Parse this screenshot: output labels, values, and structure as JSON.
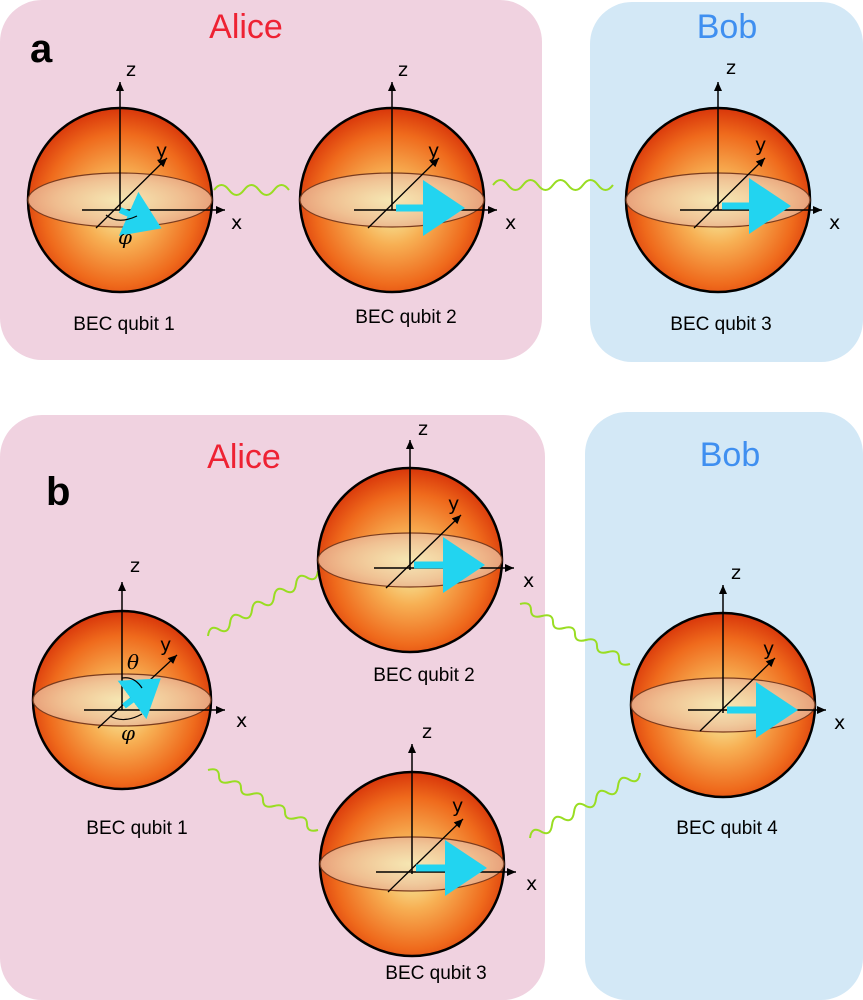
{
  "colors": {
    "alice_box": "#f0d2e0",
    "bob_box": "#d3e8f6",
    "alice_text": "#ee2233",
    "bob_text": "#3f8ff0",
    "state_arrow": "#22d4f0",
    "entanglement_wave": "#99dd22",
    "sphere_dark": "#e23a0a",
    "sphere_light": "#f6f0a6"
  },
  "axis_labels": {
    "x": "x",
    "y": "y",
    "z": "z"
  },
  "angle_labels": {
    "phi": "φ",
    "theta": "θ"
  },
  "panel_a": {
    "label": "a",
    "alice": "Alice",
    "bob": "Bob",
    "qubits": [
      "BEC qubit 1",
      "BEC qubit 2",
      "BEC qubit 3"
    ]
  },
  "panel_b": {
    "label": "b",
    "alice": "Alice",
    "bob": "Bob",
    "qubits": [
      "BEC qubit 1",
      "BEC qubit 2",
      "BEC qubit 3",
      "BEC qubit 4"
    ]
  }
}
